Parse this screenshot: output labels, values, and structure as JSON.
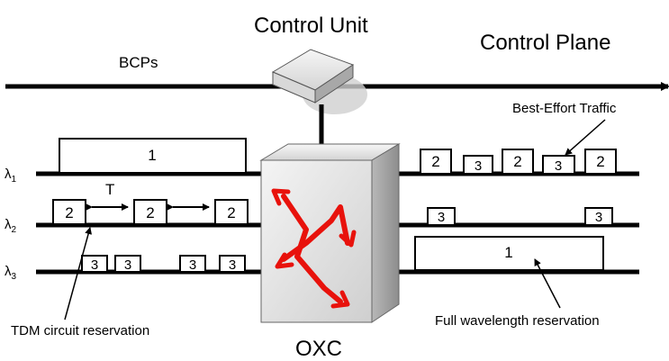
{
  "titles": {
    "control_unit": "Control Unit",
    "control_plane": "Control Plane",
    "bcps": "BCPs",
    "oxc": "OXC",
    "period": "T"
  },
  "wavelengths": {
    "l1": {
      "sym": "λ",
      "sub": "1"
    },
    "l2": {
      "sym": "λ",
      "sub": "2"
    },
    "l3": {
      "sym": "λ",
      "sub": "3"
    }
  },
  "annotations": {
    "best_effort": "Best-Effort Traffic",
    "tdm": "TDM circuit reservation",
    "full": "Full wavelength reservation"
  },
  "slots": {
    "left_l1": [
      "1"
    ],
    "left_l2": [
      "2",
      "2",
      "2"
    ],
    "left_l3": [
      "3",
      "3",
      "3",
      "3"
    ],
    "right_l1": [
      "2",
      "3",
      "2",
      "3",
      "2"
    ],
    "right_l2": [
      "3",
      "3"
    ],
    "right_l3": [
      "1"
    ]
  },
  "colors": {
    "line": "#000000",
    "switch_face": "#e0e0e0",
    "arrow": "#e8120c"
  }
}
